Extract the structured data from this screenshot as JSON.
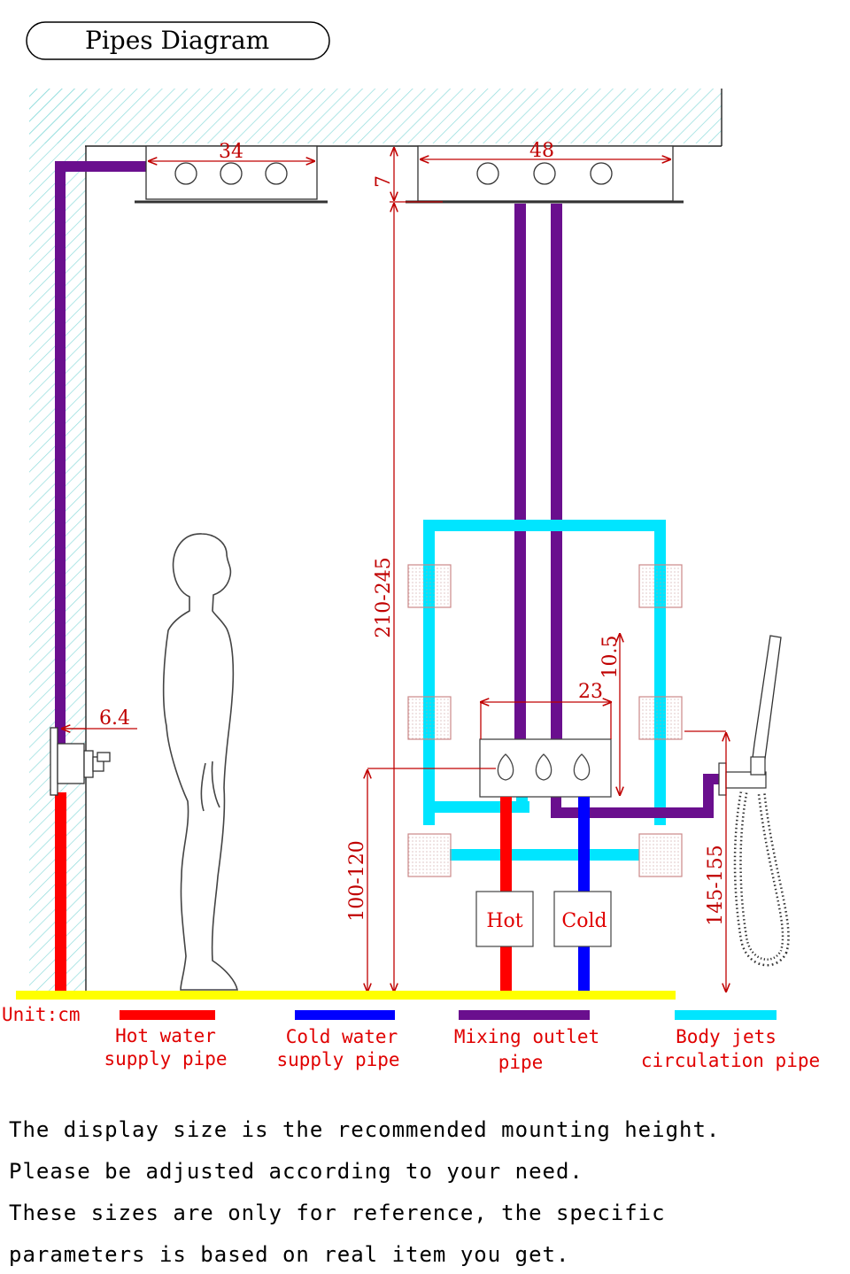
{
  "title": "Pipes Diagram",
  "dimensions": {
    "overhead_small_width": "34",
    "overhead_large_width": "48",
    "ceiling_gap": "7",
    "shower_height": "210-245",
    "jet_spacing": "10.5",
    "valve_width": "23",
    "wall_offset": "6.4",
    "valve_height": "100-120",
    "handshower_height": "145-155"
  },
  "box_labels": {
    "hot": "Hot",
    "cold": "Cold"
  },
  "unit": "Unit:cm",
  "legend": [
    {
      "line1": "Hot water",
      "line2": "supply pipe",
      "color": "#ff0000"
    },
    {
      "line1": "Cold water",
      "line2": "supply pipe",
      "color": "#0000ff"
    },
    {
      "line1": "Mixing outlet",
      "line2": "pipe",
      "color": "#6a0f8e"
    },
    {
      "line1": "Body jets",
      "line2": "circulation pipe",
      "color": "#00e5ff"
    }
  ],
  "notes": [
    "The display size is the recommended mounting height.",
    "Please be adjusted according to your need.",
    "These sizes are only for reference, the specific",
    "parameters is based on real item you get."
  ],
  "colors": {
    "hot": "#ff0000",
    "cold": "#0000ff",
    "mixing": "#6a0f8e",
    "jets": "#00e5ff",
    "floor": "#ffff00",
    "wall_hatch": "#8fdcdc",
    "dimension": "#c00000"
  }
}
